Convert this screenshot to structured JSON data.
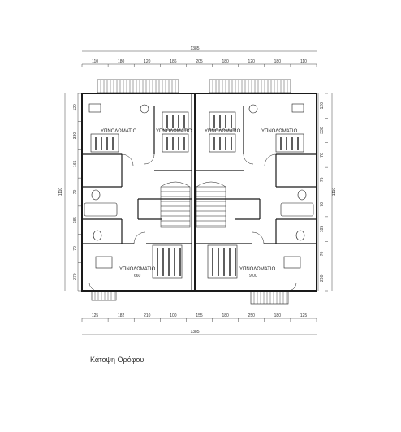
{
  "caption": "Κάτοψη Ορόφου",
  "dimensions": {
    "top_total": "1385",
    "top_segments": [
      "110",
      "180",
      "120",
      "186",
      "205",
      "180",
      "120",
      "180",
      "110"
    ],
    "bottom_total": "1385",
    "bottom_segments": [
      "125",
      "182",
      "210",
      "100",
      "155",
      "180",
      "250",
      "180",
      "125"
    ],
    "left_total": "1110",
    "left_segments": [
      "120",
      "330",
      "165",
      "70",
      "185",
      "70",
      "270"
    ],
    "right_total": "1110",
    "right_segments": [
      "120",
      "330",
      "70",
      "75",
      "70",
      "185",
      "70",
      "260"
    ]
  },
  "rooms": {
    "bedroom": "ΥΠΝΟΔΩΜΑΤΙΟ",
    "bedroom_small_value": "9.00",
    "left_bottom_value": "660"
  },
  "colors": {
    "line": "#1a1a1a",
    "dim_line": "#444444"
  }
}
